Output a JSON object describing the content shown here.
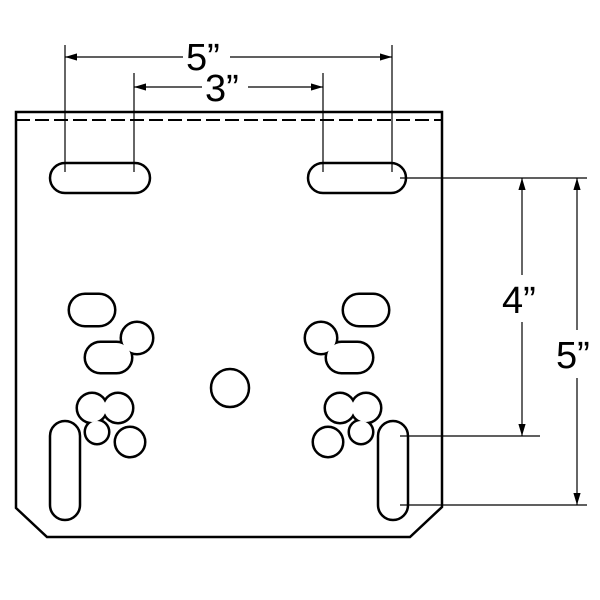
{
  "dimensions": {
    "top_outer": "5”",
    "top_inner": "3”",
    "right_inner": "4”",
    "right_outer": "5”"
  },
  "colors": {
    "line": "#000000",
    "background": "#ffffff"
  }
}
